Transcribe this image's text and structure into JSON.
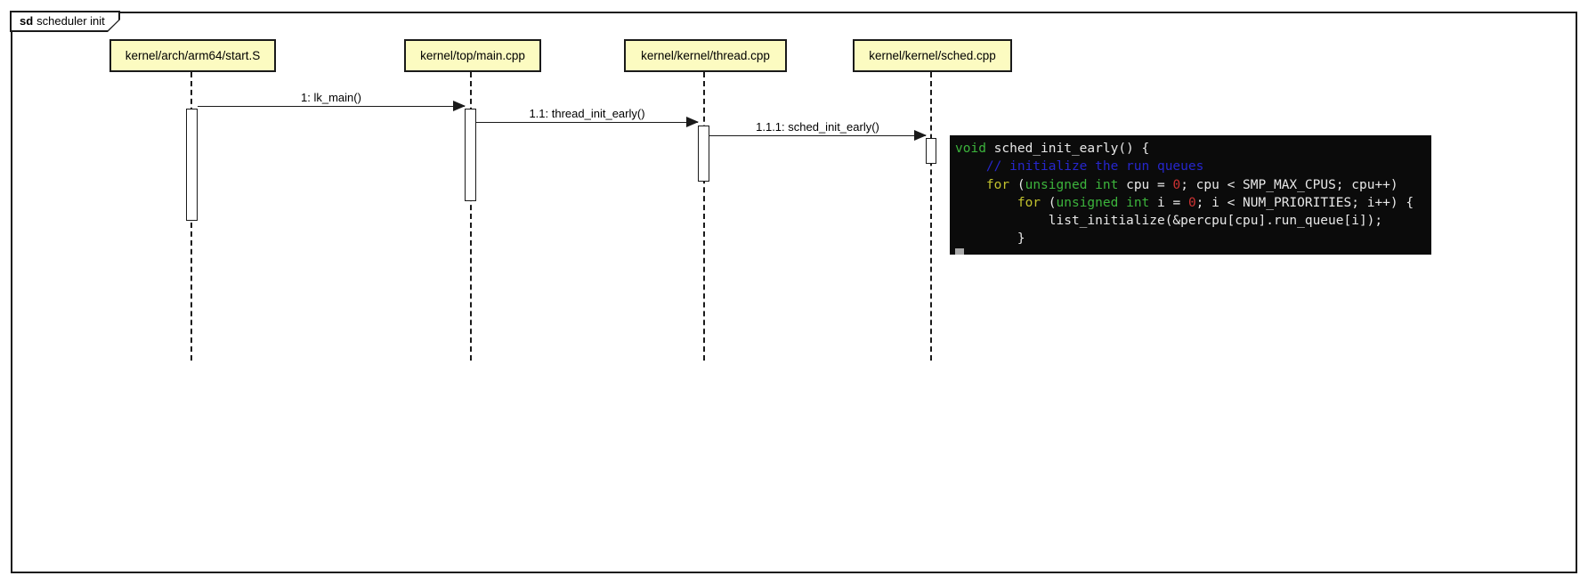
{
  "frame": {
    "keyword": "sd",
    "title": "scheduler init"
  },
  "lifelines": [
    {
      "label": "kernel/arch/arm64/start.S"
    },
    {
      "label": "kernel/top/main.cpp"
    },
    {
      "label": "kernel/kernel/thread.cpp"
    },
    {
      "label": "kernel/kernel/sched.cpp"
    }
  ],
  "messages": [
    {
      "label": "1: lk_main()"
    },
    {
      "label": "1.1: thread_init_early()"
    },
    {
      "label": "1.1.1: sched_init_early()"
    }
  ],
  "code_panel": {
    "lines": [
      [
        {
          "t": "void",
          "c": "kw"
        },
        {
          "t": " sched_init_early() {",
          "c": "plain"
        }
      ],
      [
        {
          "t": "    ",
          "c": "plain"
        },
        {
          "t": "// initialize the run queues",
          "c": "comment"
        }
      ],
      [
        {
          "t": "    ",
          "c": "plain"
        },
        {
          "t": "for",
          "c": "ctrl"
        },
        {
          "t": " (",
          "c": "plain"
        },
        {
          "t": "unsigned int",
          "c": "kw"
        },
        {
          "t": " cpu = ",
          "c": "plain"
        },
        {
          "t": "0",
          "c": "num"
        },
        {
          "t": "; cpu < SMP_MAX_CPUS; cpu++)",
          "c": "plain"
        }
      ],
      [
        {
          "t": "        ",
          "c": "plain"
        },
        {
          "t": "for",
          "c": "ctrl"
        },
        {
          "t": " (",
          "c": "plain"
        },
        {
          "t": "unsigned int",
          "c": "kw"
        },
        {
          "t": " i = ",
          "c": "plain"
        },
        {
          "t": "0",
          "c": "num"
        },
        {
          "t": "; i < NUM_PRIORITIES; i++) {",
          "c": "plain"
        }
      ],
      [
        {
          "t": "            list_initialize(&percpu[cpu].run_queue[i]);",
          "c": "plain"
        }
      ],
      [
        {
          "t": "        }",
          "c": "plain"
        }
      ]
    ],
    "colors": {
      "kw": "#3cb43c",
      "ctrl": "#c2c22e",
      "comment": "#2626cd",
      "num": "#cc3232",
      "plain": "#e8e8e8"
    }
  },
  "colors": {
    "lifeline_head_fill": "#fcfbc1",
    "diagram_line": "#1a1a1a",
    "code_bg": "#0b0b0b",
    "cursor": "#a9a9a9"
  }
}
